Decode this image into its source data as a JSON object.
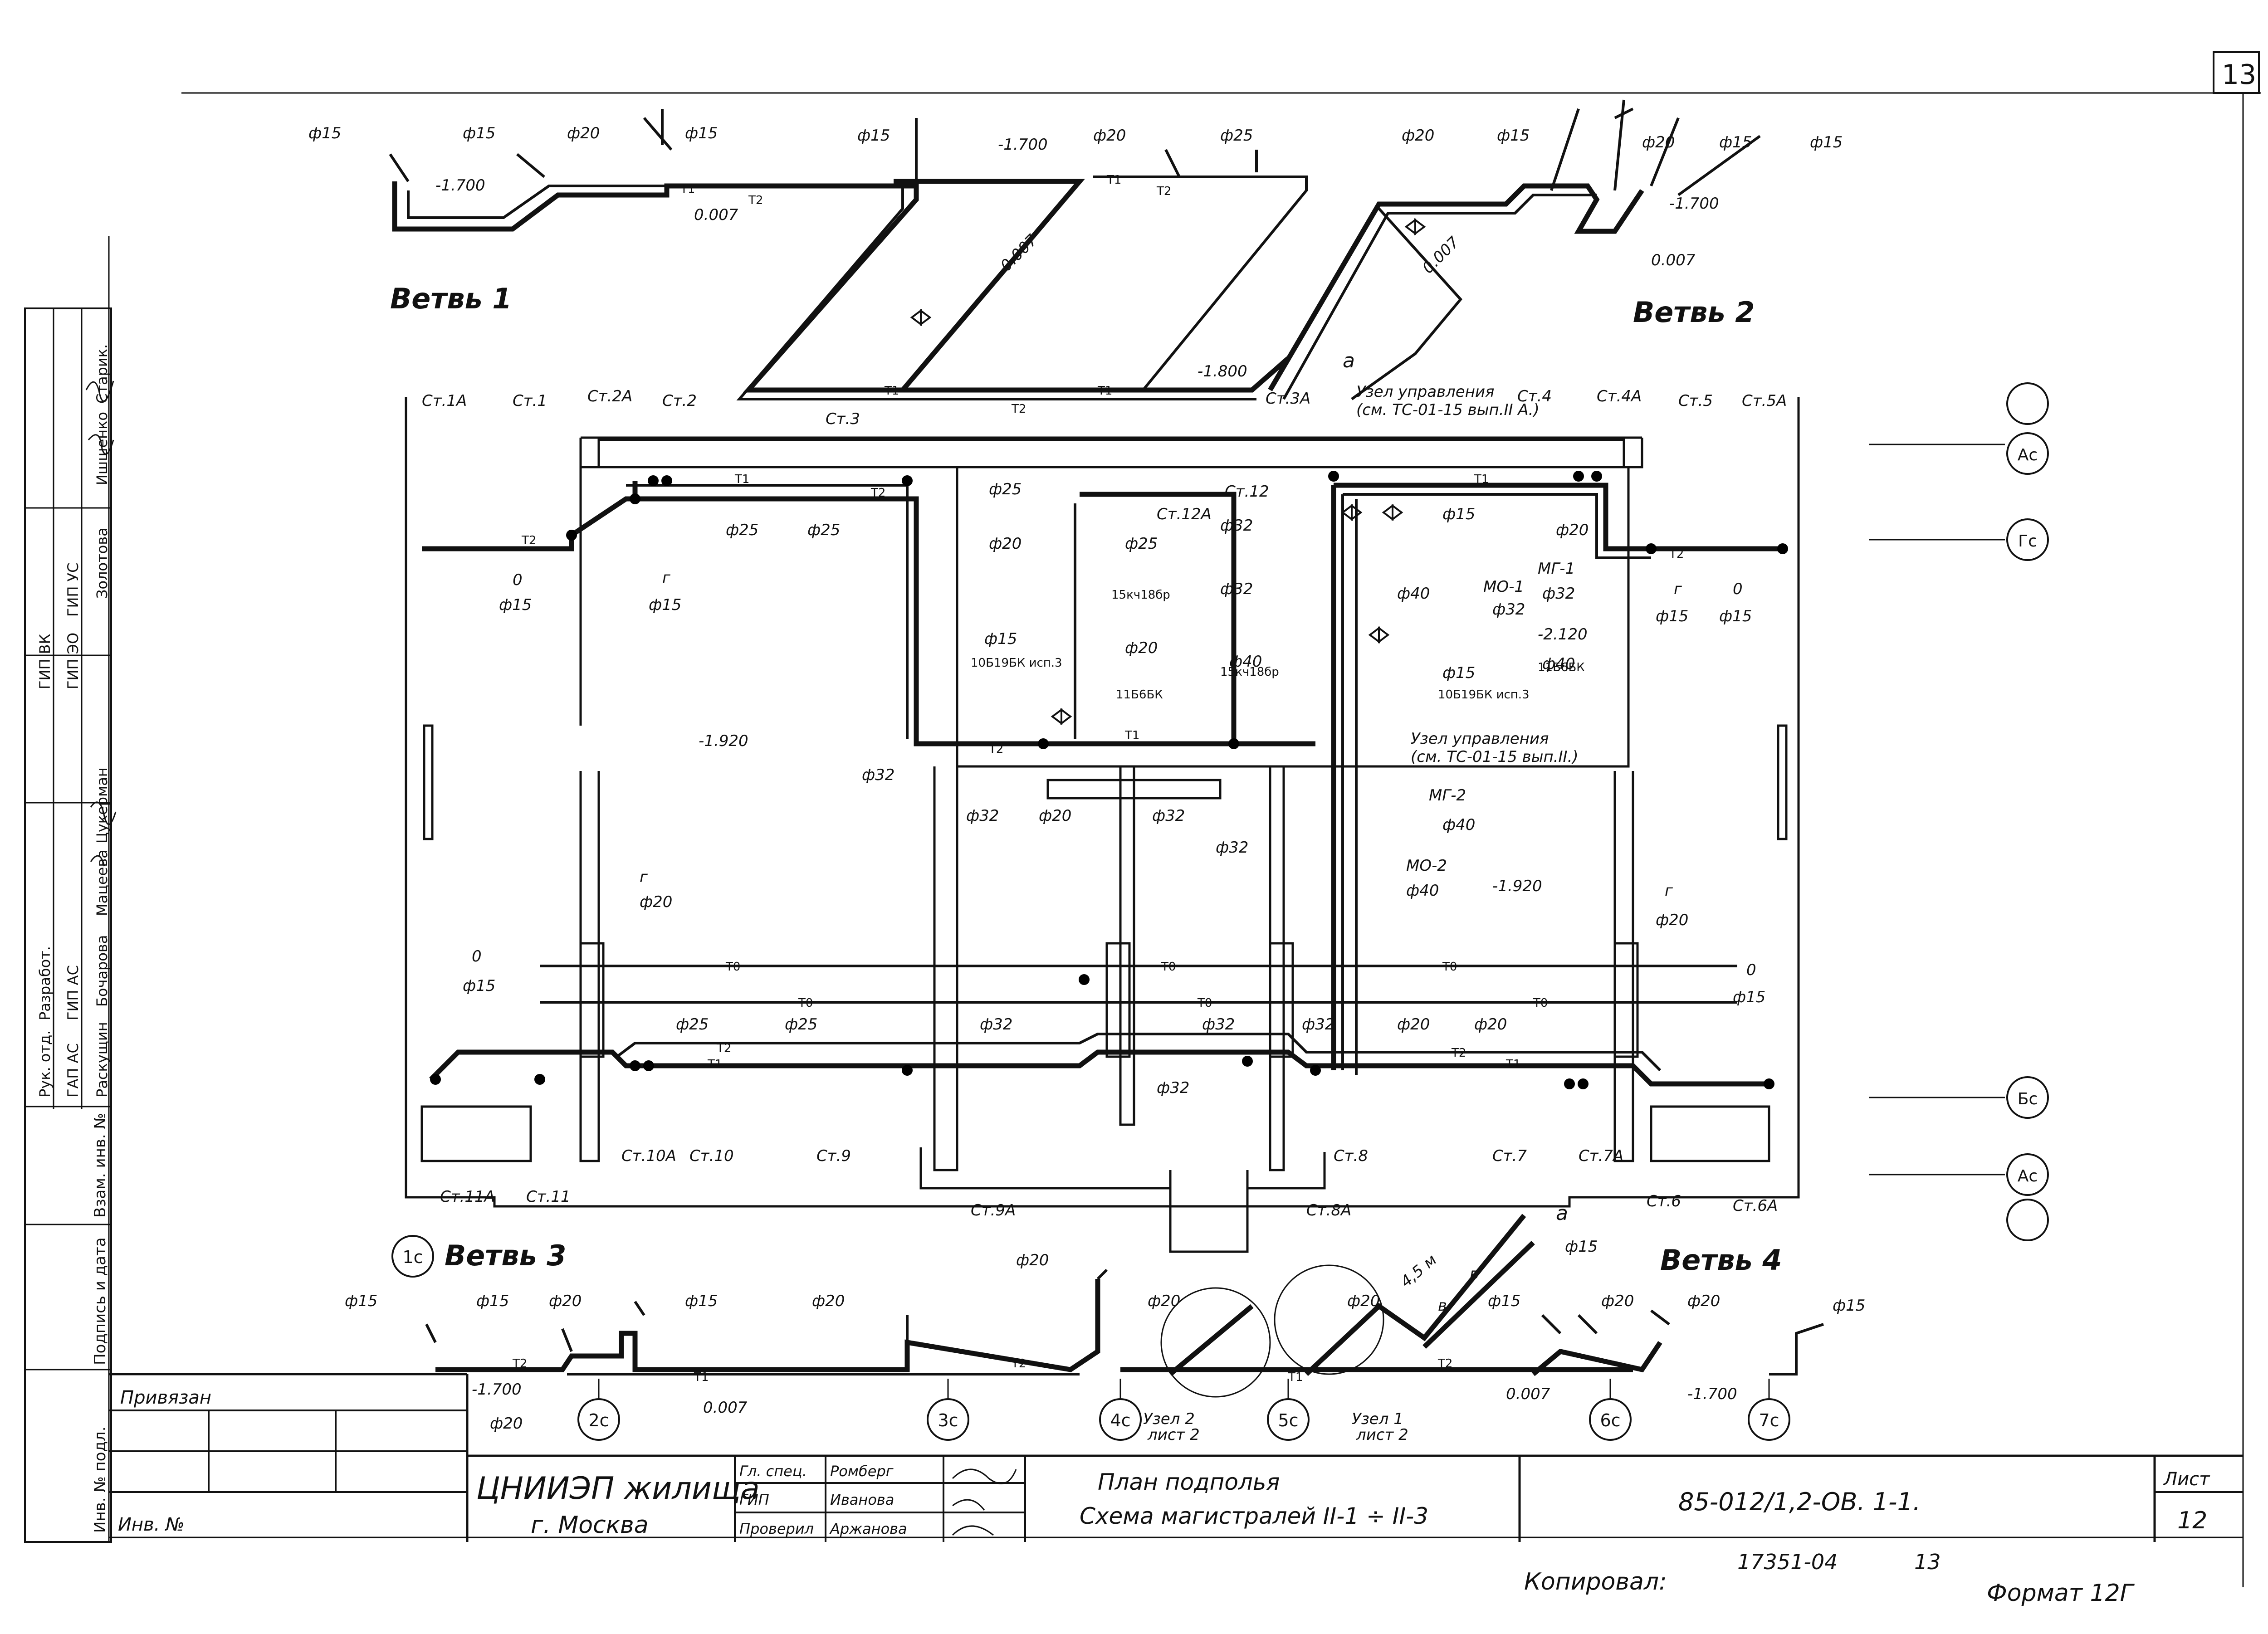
{
  "sheet": {
    "corner_number": "13",
    "sheet_label": "Лист",
    "sheet_number": "12",
    "doc_code": "85-012/1,2-ОВ. 1-1.",
    "copied_label": "Копировал:",
    "copied_number": "17351-04",
    "copied_page": "13",
    "format_label": "Формат 12Г",
    "attached_label": "Привязан",
    "inv_label": "Инв. №"
  },
  "title_block": {
    "org_line1": "ЦНИИЭП жилища",
    "org_line2": "г. Москва",
    "title_line1": "План подполья",
    "title_line2": "Схема магистралей II-1 ÷ II-3",
    "roles": [
      {
        "role": "Гл. спец.",
        "name": "Ромберг"
      },
      {
        "role": "ГИП",
        "name": "Иванова"
      },
      {
        "role": "Проверил",
        "name": "Аржанова"
      }
    ]
  },
  "side_stamp": {
    "roles": [
      "Рук. отд.",
      "Разработ.",
      "ГАП АС",
      "ГИП АС",
      "ГИП ВК",
      "ГИП ЭО",
      "ГИП УС"
    ],
    "names": [
      "Раскущин",
      "Бочарова",
      "Мацеева",
      "Цукерман",
      "Золотова",
      "Ишшенко",
      "Старик."
    ],
    "fields": [
      "Инв. № подл.",
      "Подпись и дата",
      "Взам. инв. №"
    ]
  },
  "branches": {
    "b1": "Ветвь 1",
    "b2": "Ветвь 2",
    "b3": "Ветвь 3",
    "b4": "Ветвь 4"
  },
  "risers_top": [
    "Ст.1А",
    "Ст.1",
    "Ст.2А",
    "Ст.2",
    "Ст.3",
    "Ст.3А",
    "Ст.4",
    "Ст.4А",
    "Ст.5",
    "Ст.5А",
    "Ст.12",
    "Ст.12А"
  ],
  "risers_bottom": [
    "Ст.11А",
    "Ст.11",
    "Ст.10А",
    "Ст.10",
    "Ст.9",
    "Ст.9А",
    "Ст.8А",
    "Ст.8",
    "Ст.7",
    "Ст.7А",
    "Ст.6",
    "Ст.6А"
  ],
  "control_unit": {
    "top_line1": "Узел управления",
    "top_line2": "(см. ТС-01-15 вып.II А.)",
    "bottom_line1": "Узел управления",
    "bottom_line2": "(см. ТС-01-15 вып.II.)"
  },
  "elevations": {
    "e1": "-1.700",
    "e2": "-1.700",
    "e3": "-1.700",
    "e4": "-1.920",
    "e5": "-1.920",
    "e6": "-1.800",
    "e7": "-2.120",
    "e8": "-1.700",
    "e9": "-1.700"
  },
  "slopes": {
    "s1": "0.007",
    "s2": "0.007",
    "s3": "0.007",
    "s4": "0.007",
    "s5": "0.007",
    "s6": "0.007"
  },
  "pipes": {
    "t1": "T1",
    "t2": "T2",
    "t0": "T0"
  },
  "diam_labels": {
    "d15": "ф15",
    "d20": "ф20",
    "d25": "ф25",
    "d32": "ф32",
    "d40": "ф40",
    "phi": "ф"
  },
  "equipment": {
    "mg1": "МГ-1",
    "mo1": "МО-1",
    "mg2": "МГ-2",
    "mo2": "МО-2",
    "v1": "10Б19БК исп.3",
    "v2": "15кч18бр",
    "v3": "11Б6БК",
    "v4": "15кч18бр",
    "v5": "10Б19БК исп.3",
    "v6": "11Б6БК"
  },
  "letters": {
    "g": "г",
    "o": "0",
    "a": "а",
    "b": "в",
    "len": "4,5 м"
  },
  "axes_right": [
    "Аc",
    "Гc",
    "Бc",
    "Аc"
  ],
  "axes_bottom": [
    "1c",
    "2c",
    "3c",
    "4c",
    "5c",
    "6c",
    "7c"
  ],
  "nodes": {
    "n1": "Узел 1",
    "n1s": "лист 2",
    "n2": "Узел 2",
    "n2s": "лист 2"
  }
}
